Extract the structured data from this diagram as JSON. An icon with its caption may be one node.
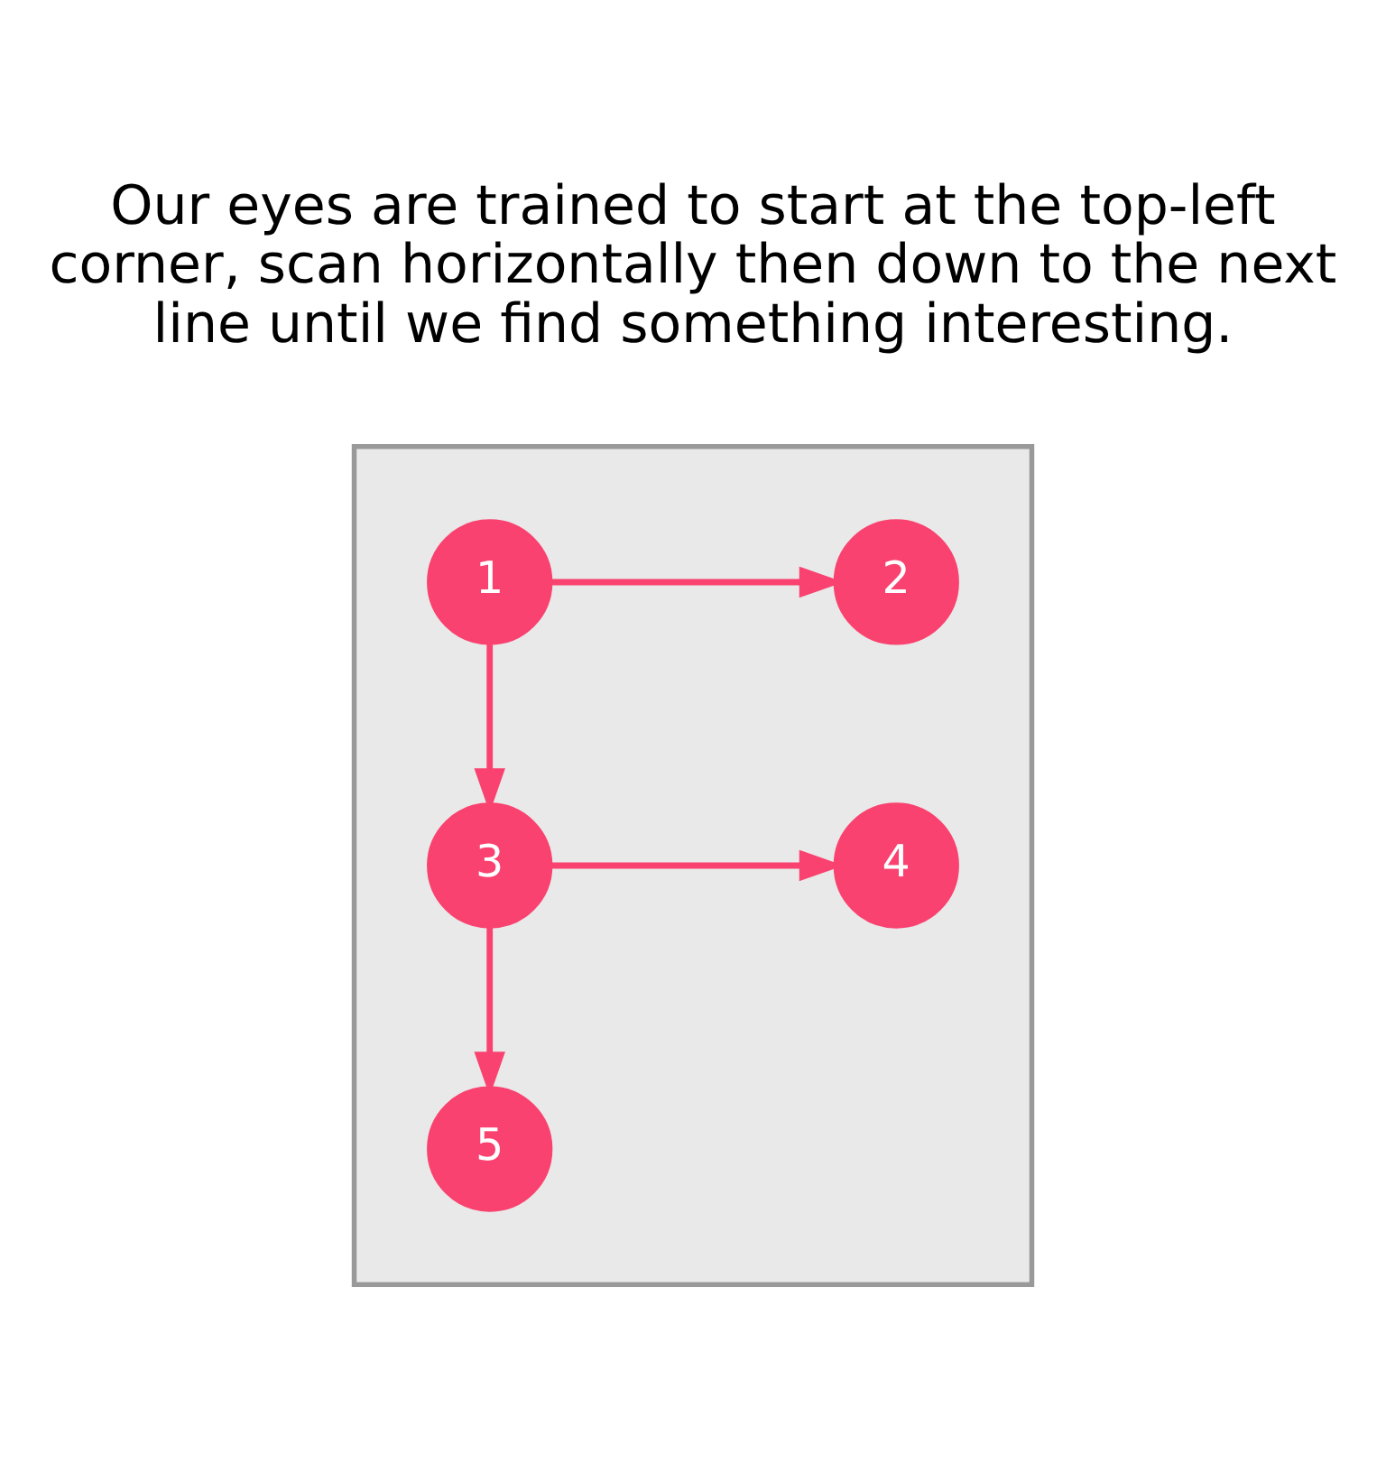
{
  "diagram": {
    "title": "Our eyes are trained to start at the top-left corner, scan horizontally then down to the next line until we find something interesting.",
    "nodes": [
      {
        "text": [],
        "shape": "box"
      },
      {
        "text": [
          "1"
        ],
        "in": 0
      },
      {
        "text": [
          "2"
        ],
        "in": 0
      },
      {
        "text": [
          "3"
        ],
        "in": 0
      },
      {
        "text": [
          "4"
        ],
        "in": 0
      },
      {
        "text": [
          "5"
        ],
        "in": 0
      }
    ],
    "edges": [
      {
        "from": 1,
        "to": 2,
        "arrow": "to"
      },
      {
        "from": 1,
        "to": 3,
        "arrow": "to"
      },
      {
        "from": 3,
        "to": 4,
        "arrow": "to"
      },
      {
        "from": 3,
        "to": 5,
        "arrow": "to"
      }
    ]
  }
}
